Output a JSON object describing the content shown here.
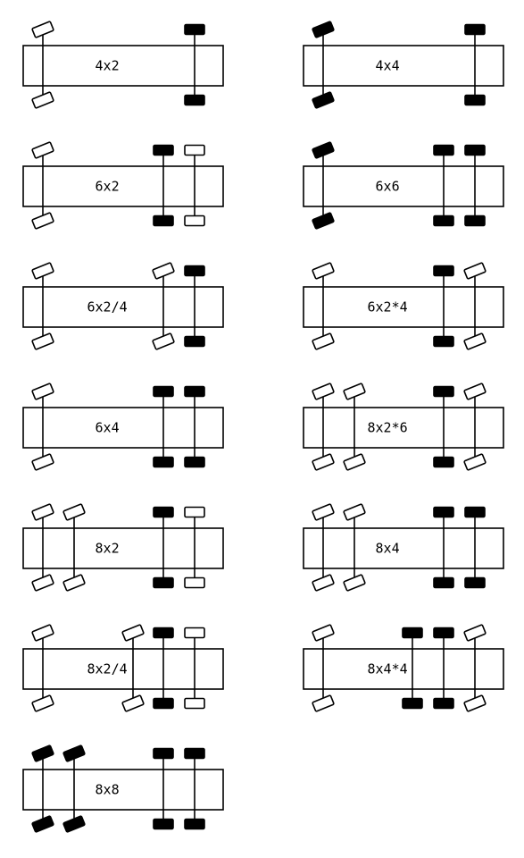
{
  "colors": {
    "driven": "#000000",
    "undriven": "#ffffff",
    "stroke": "#000000",
    "background": "#ffffff"
  },
  "configurations": [
    {
      "label": "4x2",
      "axles": [
        {
          "steer": true,
          "driven": false
        },
        {
          "steer": false,
          "driven": true
        }
      ]
    },
    {
      "label": "4x4",
      "axles": [
        {
          "steer": true,
          "driven": true
        },
        {
          "steer": false,
          "driven": true
        }
      ]
    },
    {
      "label": "6x2",
      "axles": [
        {
          "steer": true,
          "driven": false
        },
        {
          "steer": false,
          "driven": true
        },
        {
          "steer": false,
          "driven": false
        }
      ]
    },
    {
      "label": "6x6",
      "axles": [
        {
          "steer": true,
          "driven": true
        },
        {
          "steer": false,
          "driven": true
        },
        {
          "steer": false,
          "driven": true
        }
      ]
    },
    {
      "label": "6x2/4",
      "axles": [
        {
          "steer": true,
          "driven": false
        },
        {
          "steer": true,
          "driven": false
        },
        {
          "steer": false,
          "driven": true
        }
      ]
    },
    {
      "label": "6x2*4",
      "axles": [
        {
          "steer": true,
          "driven": false
        },
        {
          "steer": false,
          "driven": true
        },
        {
          "steer": true,
          "driven": false
        }
      ]
    },
    {
      "label": "6x4",
      "axles": [
        {
          "steer": true,
          "driven": false
        },
        {
          "steer": false,
          "driven": true
        },
        {
          "steer": false,
          "driven": true
        }
      ]
    },
    {
      "label": "8x2*6",
      "axles": [
        {
          "steer": true,
          "driven": false
        },
        {
          "steer": true,
          "driven": false
        },
        {
          "steer": false,
          "driven": true
        },
        {
          "steer": true,
          "driven": false
        }
      ]
    },
    {
      "label": "8x2",
      "axles": [
        {
          "steer": true,
          "driven": false
        },
        {
          "steer": true,
          "driven": false
        },
        {
          "steer": false,
          "driven": true
        },
        {
          "steer": false,
          "driven": false
        }
      ]
    },
    {
      "label": "8x4",
      "axles": [
        {
          "steer": true,
          "driven": false
        },
        {
          "steer": true,
          "driven": false
        },
        {
          "steer": false,
          "driven": true
        },
        {
          "steer": false,
          "driven": true
        }
      ]
    },
    {
      "label": "8x2/4",
      "axles": [
        {
          "steer": true,
          "driven": false
        },
        {
          "steer": true,
          "driven": false
        },
        {
          "steer": false,
          "driven": true
        },
        {
          "steer": false,
          "driven": false
        }
      ]
    },
    {
      "label": "8x4*4",
      "axles": [
        {
          "steer": true,
          "driven": false
        },
        {
          "steer": false,
          "driven": true
        },
        {
          "steer": false,
          "driven": true
        },
        {
          "steer": true,
          "driven": false
        }
      ]
    },
    {
      "label": "8x8",
      "axles": [
        {
          "steer": true,
          "driven": true
        },
        {
          "steer": true,
          "driven": true
        },
        {
          "steer": false,
          "driven": true
        },
        {
          "steer": false,
          "driven": true
        }
      ]
    }
  ]
}
